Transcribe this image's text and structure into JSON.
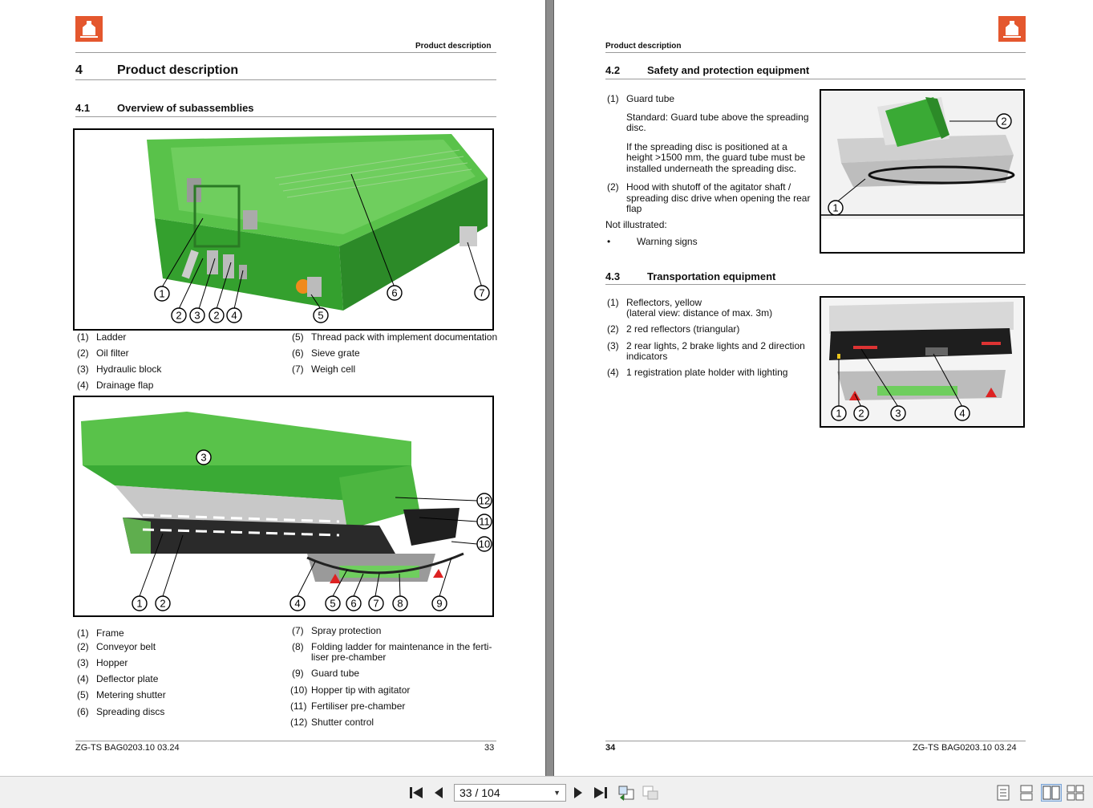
{
  "left_page": {
    "running_head": "Product description",
    "chapter_number": "4",
    "chapter_title": "Product description",
    "section_number": "4.1",
    "section_title": "Overview of subassemblies",
    "figure1_callouts": [
      "1",
      "2",
      "3",
      "2",
      "4",
      "5",
      "6",
      "7"
    ],
    "legend1_left": [
      {
        "n": "(1)",
        "t": "Ladder"
      },
      {
        "n": "(2)",
        "t": "Oil filter"
      },
      {
        "n": "(3)",
        "t": "Hydraulic block"
      },
      {
        "n": "(4)",
        "t": "Drainage flap"
      }
    ],
    "legend1_right": [
      {
        "n": "(5)",
        "t": "Thread pack with implement documentation"
      },
      {
        "n": "(6)",
        "t": "Sieve grate"
      },
      {
        "n": "(7)",
        "t": "Weigh cell"
      }
    ],
    "figure2_callouts": [
      "1",
      "2",
      "3",
      "4",
      "5",
      "6",
      "7",
      "8",
      "9",
      "10",
      "11",
      "12"
    ],
    "legend2_left": [
      {
        "n": "(1)",
        "t": "Frame"
      },
      {
        "n": "(2)",
        "t": "Conveyor belt"
      },
      {
        "n": "(3)",
        "t": "Hopper"
      },
      {
        "n": "(4)",
        "t": "Deflector plate"
      },
      {
        "n": "(5)",
        "t": "Metering shutter"
      },
      {
        "n": "(6)",
        "t": "Spreading discs"
      }
    ],
    "legend2_right": [
      {
        "n": "(7)",
        "t": "Spray protection"
      },
      {
        "n": "(8)",
        "t": "Folding ladder for maintenance in the ferti-",
        "t2": "liser pre-chamber"
      },
      {
        "n": "(9)",
        "t": "Guard tube"
      },
      {
        "n": "(10)",
        "t": "Hopper tip with agitator"
      },
      {
        "n": "(11)",
        "t": "Fertiliser pre-chamber"
      },
      {
        "n": "(12)",
        "t": "Shutter control"
      }
    ],
    "footer_doc": "ZG-TS BAG0203.10  03.24",
    "footer_page": "33"
  },
  "right_page": {
    "running_head": "Product description",
    "section42_number": "4.2",
    "section42_title": "Safety and protection equipment",
    "item1_n": "(1)",
    "item1_t": "Guard tube",
    "item1_p1a": "Standard: Guard tube above the spreading",
    "item1_p1b": "disc.",
    "item1_p2a": "If the spreading disc is positioned at a",
    "item1_p2b": "height >1500 mm, the guard tube must be",
    "item1_p2c": "installed underneath the spreading disc.",
    "item2_n": "(2)",
    "item2_a": "Hood with shutoff of the agitator shaft /",
    "item2_b": "spreading disc drive when opening the rear",
    "item2_c": "flap",
    "not_illustrated": "Not illustrated:",
    "bullet": "•",
    "bullet_text": "Warning signs",
    "fig3_callouts": [
      "1",
      "2"
    ],
    "section43_number": "4.3",
    "section43_title": "Transportation equipment",
    "transport_items": [
      {
        "n": "(1)",
        "t": "Reflectors, yellow",
        "t2": "(lateral view: distance of max. 3m)"
      },
      {
        "n": "(2)",
        "t": "2 red reflectors (triangular)"
      },
      {
        "n": "(3)",
        "t": "2 rear lights, 2 brake lights and 2 direction",
        "t2": "indicators"
      },
      {
        "n": "(4)",
        "t": "1 registration plate holder with lighting"
      }
    ],
    "fig4_callouts": [
      "1",
      "2",
      "3",
      "4"
    ],
    "footer_page": "34",
    "footer_doc": "ZG-TS BAG0203.10  03.24"
  },
  "toolbar": {
    "page_indicator": "33 / 104",
    "first_icon": "first-page-icon",
    "prev_icon": "previous-page-icon",
    "next_icon": "next-page-icon",
    "last_icon": "last-page-icon"
  },
  "colors": {
    "machine_green": "#3aaa35",
    "logo_orange": "#e4572e"
  }
}
